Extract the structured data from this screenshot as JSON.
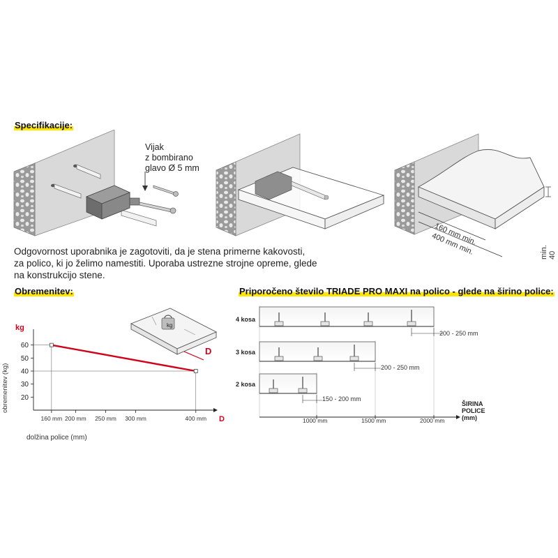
{
  "spec": {
    "heading": "Specifikacije:",
    "screw_label_lines": [
      "Vijak",
      "z bombirano",
      "glavo Ø 5 mm"
    ],
    "dim_160": "160 mm min.",
    "dim_400": "400 mm min.",
    "dim_40": "min. 40 mm"
  },
  "paragraph": [
    "Odgovornost uporabnika je zagotoviti, da je stena primerne kakovosti,",
    "za polico, ki jo želimo namestiti. Uporaba ustrezne strojne opreme, glede",
    "na konstrukcijo stene."
  ],
  "load": {
    "heading": "Obremenitev:",
    "unit_label": "kg",
    "ylabel": "obremenitev (kg)",
    "xlabel": "dolžina police (mm)",
    "d_label": "D",
    "illus_kg": "kg",
    "accent": "#d0021b"
  },
  "recommend": {
    "heading": "Priporočeno število TRIADE PRO MAXI na polico - glede na širino police:",
    "rows": [
      {
        "label": "4 kosa",
        "spacing": "200 - 250 mm"
      },
      {
        "label": "3 kosa",
        "spacing": "200 - 250 mm"
      },
      {
        "label": "2 kosa",
        "spacing": "150 - 200 mm"
      }
    ],
    "x_ticks": [
      "1000 mm",
      "1500 mm",
      "2000 mm"
    ],
    "axis_title_lines": [
      "ŠIRINA",
      "POLICE",
      "(mm)"
    ]
  },
  "chart_data": {
    "type": "line",
    "xlabel": "dolžina police (mm)",
    "ylabel": "obremenitev (kg)",
    "x_ticks": [
      160,
      200,
      250,
      300,
      400
    ],
    "x_tick_labels": [
      "160 mm",
      "200 mm",
      "250 mm",
      "300 mm",
      "400 mm"
    ],
    "y_ticks": [
      20,
      30,
      40,
      50,
      60
    ],
    "ylim": [
      10,
      70
    ],
    "series": [
      {
        "x": [
          160,
          400
        ],
        "y": [
          60,
          40
        ]
      }
    ],
    "grid": false
  }
}
